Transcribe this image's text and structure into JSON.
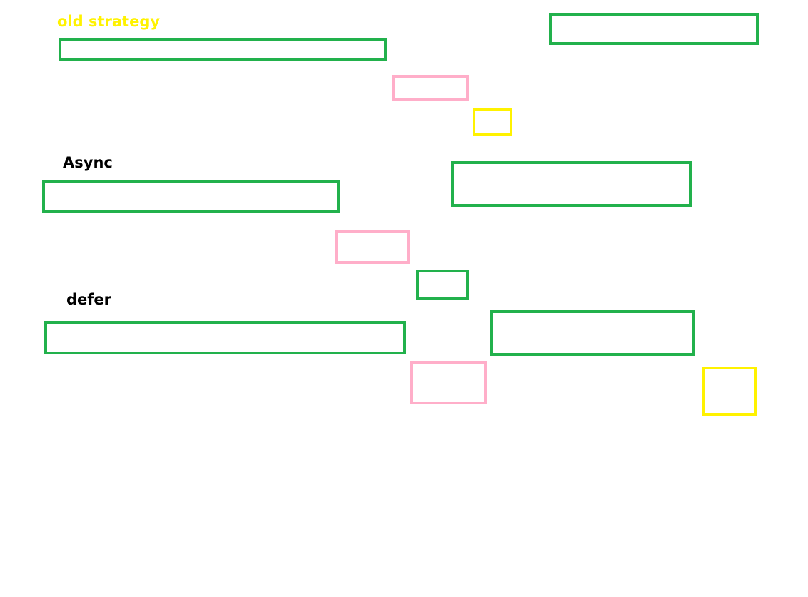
{
  "colors": {
    "green": "#22b14c",
    "pink": "#ffaec9",
    "yellow": "#fff200",
    "label_old": "#fff200",
    "label_default": "#000000"
  },
  "sections": [
    {
      "label": "old strategy",
      "label_color": "#fff200",
      "boxes": [
        {
          "color": "green"
        },
        {
          "color": "green"
        },
        {
          "color": "pink"
        },
        {
          "color": "yellow"
        }
      ]
    },
    {
      "label": "Async",
      "label_color": "#000000",
      "boxes": [
        {
          "color": "green"
        },
        {
          "color": "green"
        },
        {
          "color": "pink"
        },
        {
          "color": "green"
        }
      ]
    },
    {
      "label": "defer",
      "label_color": "#000000",
      "boxes": [
        {
          "color": "green"
        },
        {
          "color": "green"
        },
        {
          "color": "pink"
        },
        {
          "color": "yellow"
        }
      ]
    }
  ]
}
